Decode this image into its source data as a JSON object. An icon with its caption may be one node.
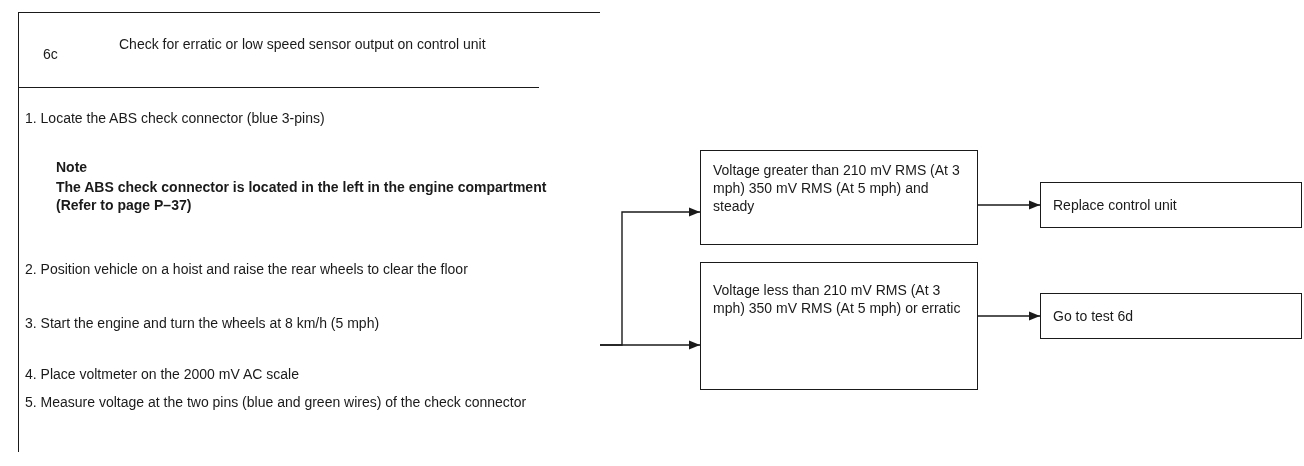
{
  "diagram": {
    "nodes": [
      {
        "text": [
          "6c",
          "Check for erratic or low speed sensor output on control unit",
          "1. Locate the ABS check connector (blue 3-pins)",
          "Note",
          "The ABS check connector is located in the left in the engine compartment (Refer to page P–37)",
          "2. Position vehicle on a hoist and raise the rear wheels to clear the floor",
          "3. Start the engine and turn the wheels at 8 km/h (5 mph)",
          "4. Place voltmeter on the 2000 mV AC scale",
          "5. Measure voltage at the two pins (blue and green wires) of the check connector"
        ]
      },
      {
        "text": [
          "Voltage greater than 210 mV RMS (At 3 mph) 350 mV RMS (At 5 mph) and steady"
        ]
      },
      {
        "text": [
          "Replace control unit"
        ]
      },
      {
        "text": [
          "Voltage less than 210 mV RMS (At 3 mph) 350 mV RMS (At 5 mph) or erratic"
        ]
      },
      {
        "text": [
          "Go to test 6d"
        ]
      }
    ],
    "edges": [
      {
        "from": 0,
        "to": 1,
        "arrow": "to"
      },
      {
        "from": 0,
        "to": 3,
        "arrow": "to"
      },
      {
        "from": 1,
        "to": 2,
        "arrow": "to"
      },
      {
        "from": 3,
        "to": 4,
        "arrow": "to"
      }
    ]
  }
}
